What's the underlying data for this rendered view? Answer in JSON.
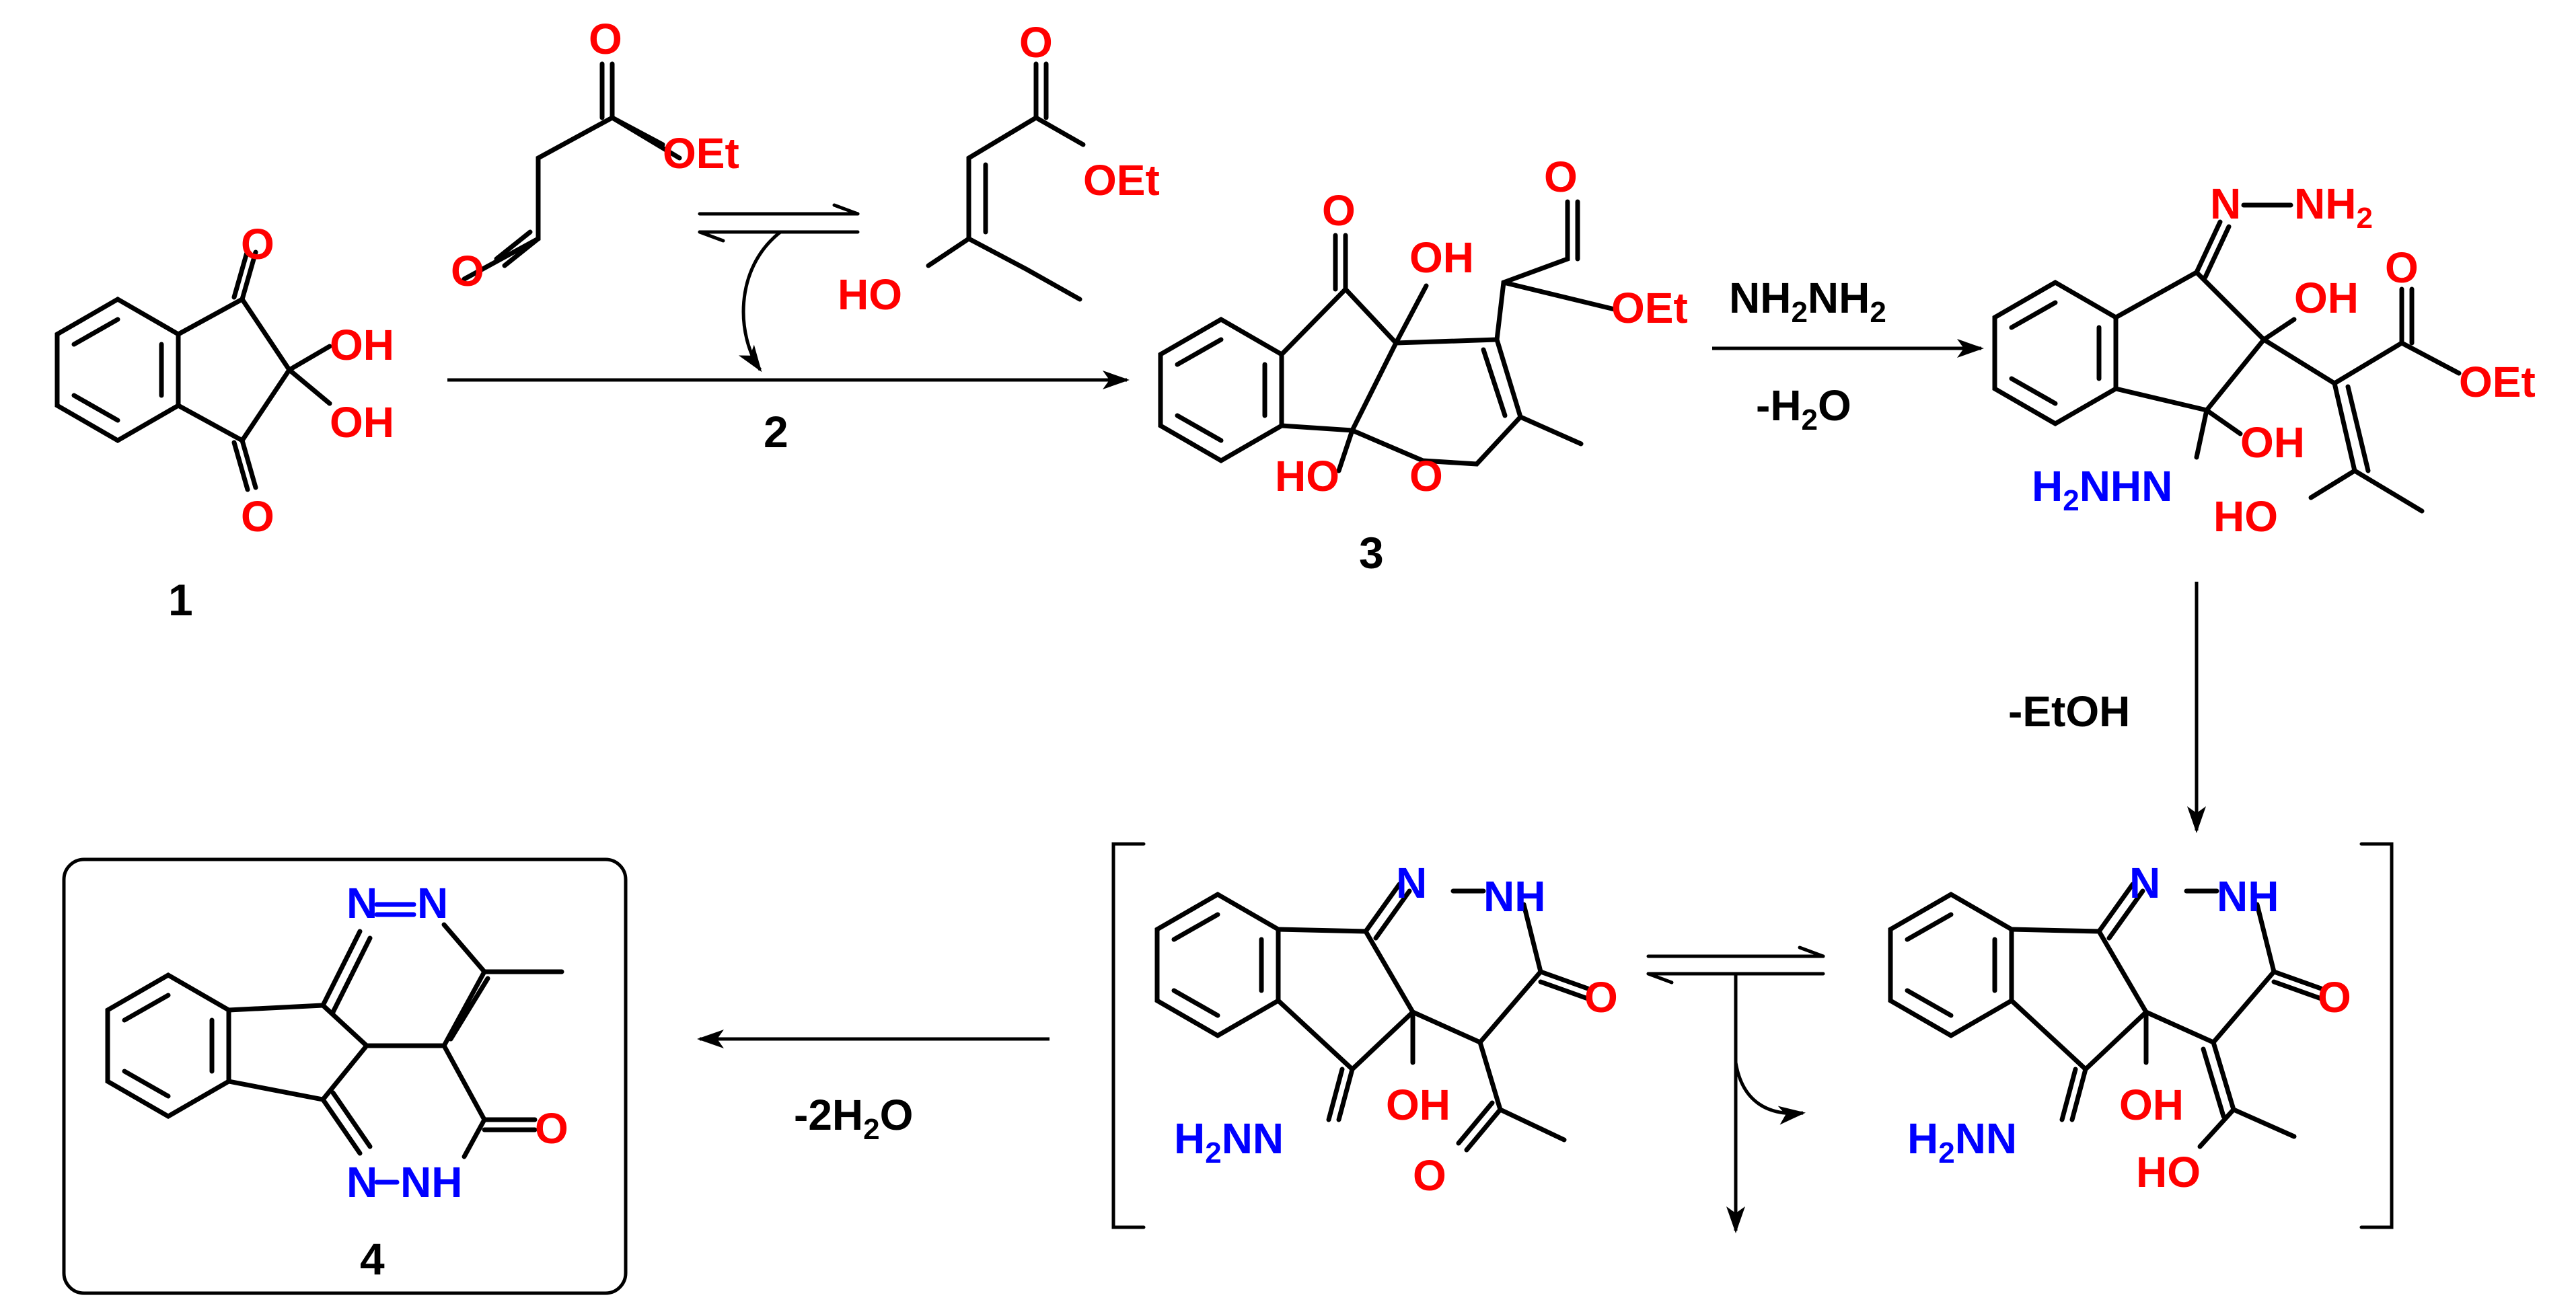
{
  "colors": {
    "oxygen": "#ff0000",
    "nitrogen": "#0000ff",
    "carbon": "#000000"
  },
  "compounds": {
    "c1": {
      "number": "1",
      "labels": {
        "o_top": "O",
        "oh1": "OH",
        "oh2": "OH",
        "o_bot": "O"
      }
    },
    "c2": {
      "number": "2",
      "keto": {
        "o_ester": "O",
        "oet": "OEt",
        "o_ketone": "O"
      },
      "enol": {
        "o_ester": "O",
        "oet": "OEt",
        "ho": "HO"
      }
    },
    "c3": {
      "number": "3",
      "labels": {
        "o_ketone": "O",
        "oh": "OH",
        "o_ester": "O",
        "oet": "OEt",
        "ho": "HO",
        "o_ring": "O"
      }
    },
    "int1": {
      "labels": {
        "n": "N",
        "nh2": "NH",
        "nh2_sub": "2",
        "oh1": "OH",
        "o_ester": "O",
        "oet": "OEt",
        "oh2": "OH",
        "h2nhn": "H",
        "h2nhn_sub": "2",
        "h2nhn_rest": "NHN",
        "ho": "HO"
      }
    },
    "int2": {
      "labels": {
        "n1": "N",
        "nh": "NH",
        "o": "O",
        "oh": "OH",
        "h2nn": "H",
        "h2nn_sub": "2",
        "h2nn_rest": "NN",
        "o_acetyl": "O"
      }
    },
    "int3": {
      "labels": {
        "n1": "N",
        "nh": "NH",
        "o": "O",
        "oh": "OH",
        "h2nn": "H",
        "h2nn_sub": "2",
        "h2nn_rest": "NN",
        "ho": "HO"
      }
    },
    "c4": {
      "number": "4",
      "labels": {
        "nn": "N",
        "nn2": "N",
        "o": "O",
        "n_bot": "N",
        "nh_bot": "NH"
      }
    }
  },
  "conditions": {
    "step1_label": "2",
    "step2_reagent": "NH",
    "step2_reagent_sub1": "2",
    "step2_reagent_mid": "NH",
    "step2_reagent_sub2": "2",
    "step2_loss": "-H",
    "step2_loss_sub": "2",
    "step2_loss_end": "O",
    "step3_loss": "-EtOH",
    "step4_loss": "-2H",
    "step4_loss_sub": "2",
    "step4_loss_end": "O"
  }
}
